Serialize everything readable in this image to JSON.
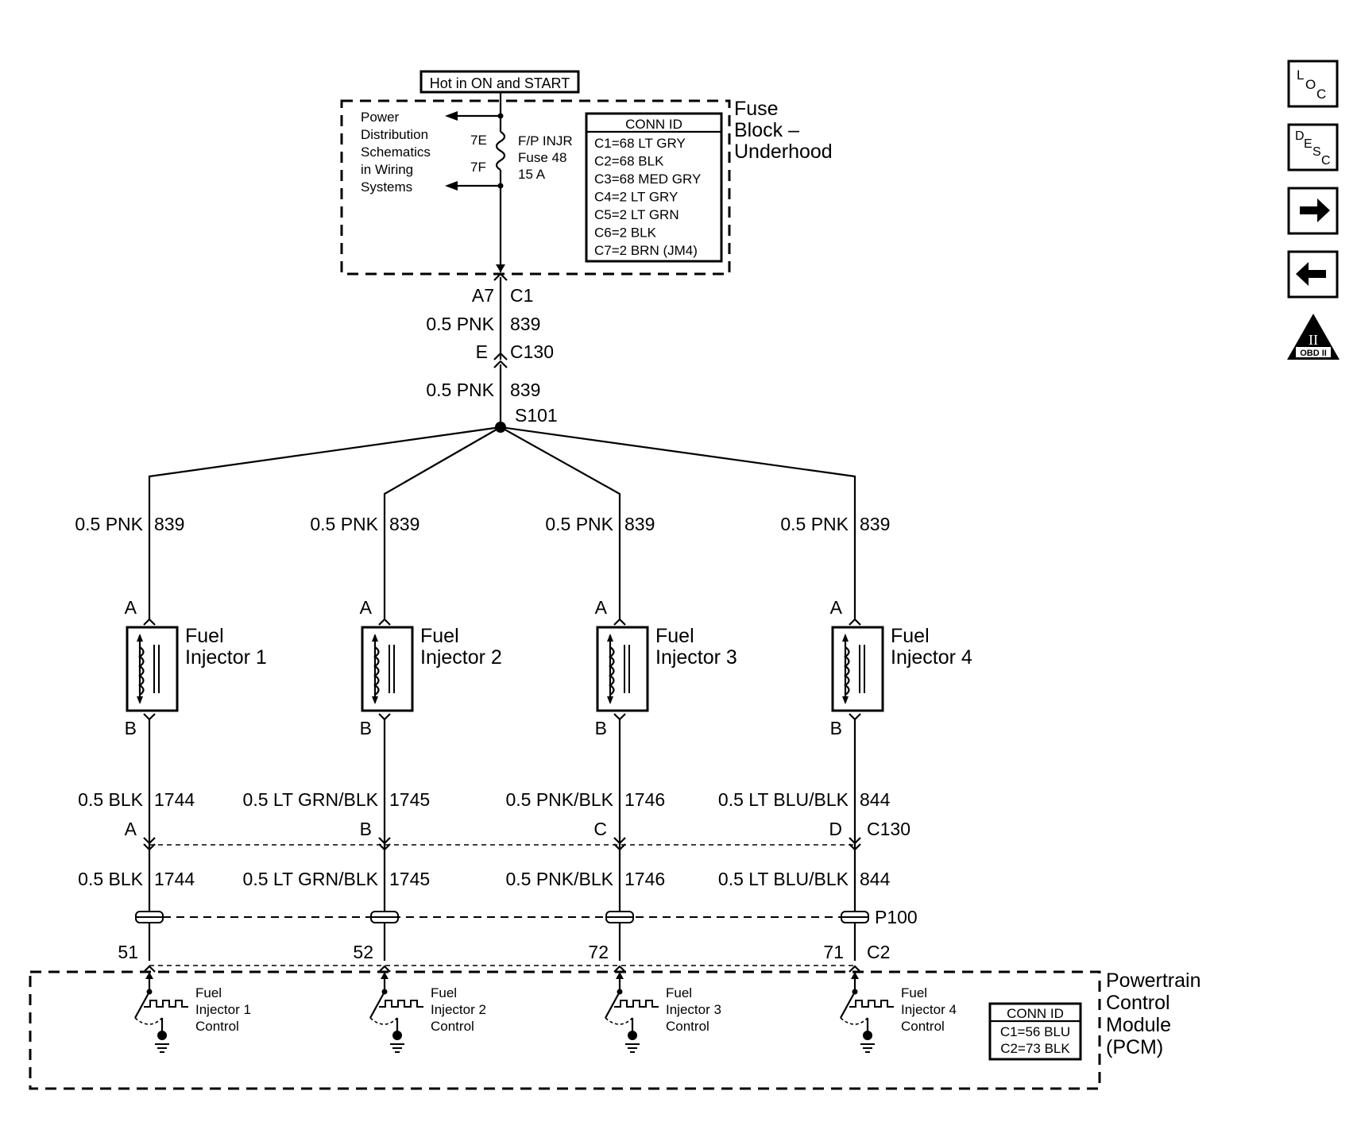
{
  "hot_label": "Hot in ON and START",
  "fuse_block": {
    "label_lines": [
      "Fuse",
      "Block –",
      "Underhood"
    ],
    "power_note": [
      "Power",
      "Distribution",
      "Schematics",
      "in Wiring",
      "Systems"
    ],
    "fuse_pins": [
      "7E",
      "7F"
    ],
    "fuse_lines": [
      "F/P INJR",
      "Fuse 48",
      "15 A"
    ],
    "conn_id": {
      "title": "CONN ID",
      "rows": [
        "C1=68 LT GRY",
        "C2=68 BLK",
        "C3=68 MED GRY",
        "C4=2 LT GRY",
        "C5=2 LT GRN",
        "C6=2 BLK",
        "C7=2 BRN (JM4)"
      ]
    }
  },
  "feed": {
    "pin": "A7",
    "connector": "C1",
    "wire1_size_color": "0.5 PNK",
    "wire1_circuit": "839",
    "pin2": "E",
    "connector2": "C130",
    "wire2_size_color": "0.5 PNK",
    "wire2_circuit": "839",
    "splice": "S101"
  },
  "injectors": [
    {
      "upper_wire": "0.5 PNK",
      "upper_circuit": "839",
      "pin_a": "A",
      "pin_b": "B",
      "name_lines": [
        "Fuel",
        "Injector 1"
      ],
      "lower_wire": "0.5 BLK",
      "lower_circuit": "1744",
      "c130_pin": "A",
      "wire3": "0.5 BLK",
      "circuit3": "1744",
      "pcm_pin": "51",
      "control_lines": [
        "Fuel",
        "Injector 1",
        "Control"
      ]
    },
    {
      "upper_wire": "0.5 PNK",
      "upper_circuit": "839",
      "pin_a": "A",
      "pin_b": "B",
      "name_lines": [
        "Fuel",
        "Injector 2"
      ],
      "lower_wire": "0.5 LT GRN/BLK",
      "lower_circuit": "1745",
      "c130_pin": "B",
      "wire3": "0.5 LT GRN/BLK",
      "circuit3": "1745",
      "pcm_pin": "52",
      "control_lines": [
        "Fuel",
        "Injector 2",
        "Control"
      ]
    },
    {
      "upper_wire": "0.5 PNK",
      "upper_circuit": "839",
      "pin_a": "A",
      "pin_b": "B",
      "name_lines": [
        "Fuel",
        "Injector 3"
      ],
      "lower_wire": "0.5 PNK/BLK",
      "lower_circuit": "1746",
      "c130_pin": "C",
      "wire3": "0.5 PNK/BLK",
      "circuit3": "1746",
      "pcm_pin": "72",
      "control_lines": [
        "Fuel",
        "Injector 3",
        "Control"
      ]
    },
    {
      "upper_wire": "0.5 PNK",
      "upper_circuit": "839",
      "pin_a": "A",
      "pin_b": "B",
      "name_lines": [
        "Fuel",
        "Injector 4"
      ],
      "lower_wire": "0.5 LT BLU/BLK",
      "lower_circuit": "844",
      "c130_pin": "D",
      "wire3": "0.5 LT BLU/BLK",
      "circuit3": "844",
      "pcm_pin": "71",
      "control_lines": [
        "Fuel",
        "Injector 4",
        "Control"
      ]
    }
  ],
  "c130_label": "C130",
  "p100_label": "P100",
  "c2_label": "C2",
  "pcm": {
    "label_lines": [
      "Powertrain",
      "Control",
      "Module",
      "(PCM)"
    ],
    "conn_id": {
      "title": "CONN ID",
      "rows": [
        "C1=56 BLU",
        "C2=73 BLK"
      ]
    }
  },
  "nav": {
    "loc": [
      "L",
      "O",
      "C"
    ],
    "desc": [
      "D",
      "E",
      "S",
      "C"
    ],
    "obd": "OBD II",
    "obd_mark": "II"
  }
}
